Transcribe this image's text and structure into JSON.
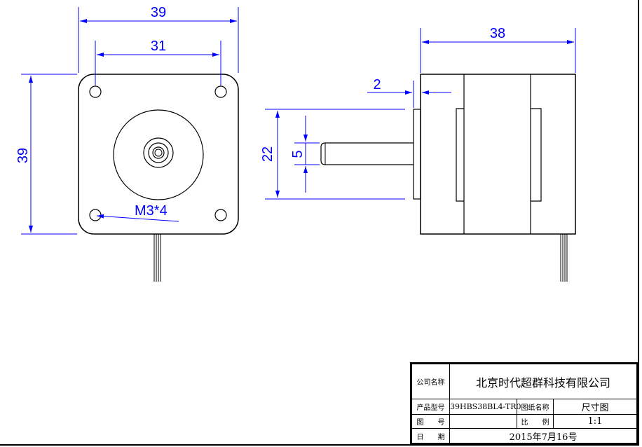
{
  "front_view": {
    "dim_overall_width": "39",
    "dim_hole_spacing": "31",
    "dim_overall_height": "39",
    "hole_callout": "M3*4"
  },
  "side_view": {
    "dim_body_length": "38",
    "dim_boss_height": "2",
    "dim_boss_diameter": "22",
    "dim_shaft_diameter": "5"
  },
  "title_block": {
    "company_label": "公司名称",
    "company_name": "北京时代超群科技有限公司",
    "model_label": "产品型号",
    "model_value": "39HBS38BL4-TR0",
    "drawing_name_label": "图纸名称",
    "drawing_name_value": "尺寸图",
    "drawing_no_label": "图　　号",
    "drawing_no_value": "",
    "scale_label": "比　　例",
    "scale_value": "1:1",
    "date_label": "日　　期",
    "date_value": "2015年7月16号"
  },
  "colors": {
    "dimension": "#0000ff",
    "outline": "#000000"
  }
}
